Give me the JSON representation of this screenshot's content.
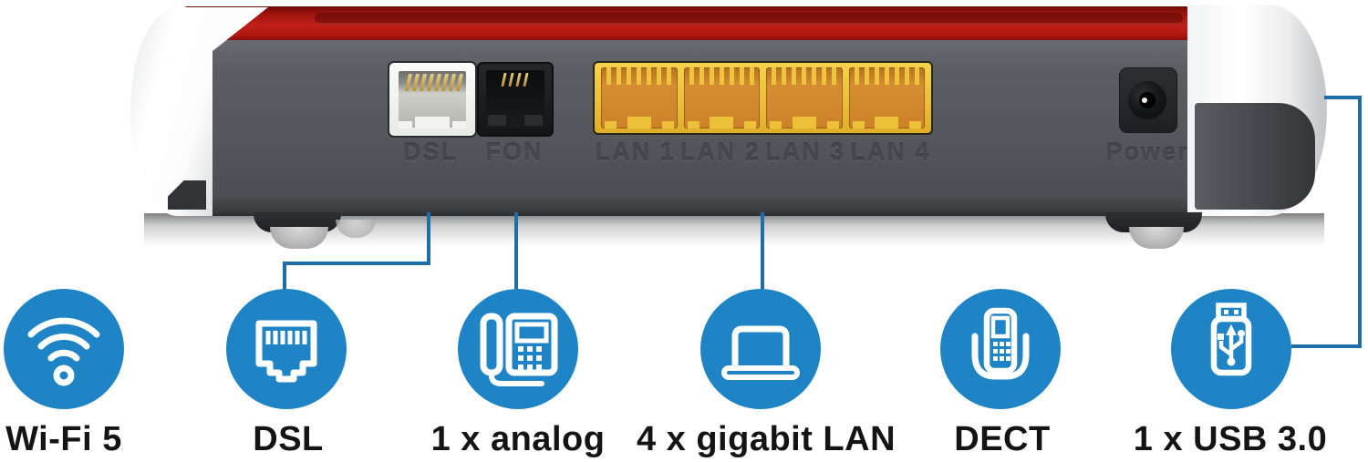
{
  "device": {
    "description": "router rear panel",
    "ports": {
      "dsl": "DSL",
      "fon": "FON",
      "lan": [
        "LAN 1",
        "LAN 2",
        "LAN 3",
        "LAN 4"
      ],
      "power": "Power"
    }
  },
  "features": [
    {
      "id": "wifi",
      "icon": "wifi-icon",
      "label": "Wi-Fi 5"
    },
    {
      "id": "dsl",
      "icon": "rj45-port-icon",
      "label": "DSL"
    },
    {
      "id": "analog",
      "icon": "desk-phone-icon",
      "label": "1 x analog"
    },
    {
      "id": "lan",
      "icon": "laptop-icon",
      "label": "4 x gigabit LAN"
    },
    {
      "id": "dect",
      "icon": "cordless-phone-icon",
      "label": "DECT"
    },
    {
      "id": "usb",
      "icon": "usb-stick-icon",
      "label": "1 x USB 3.0"
    }
  ],
  "callouts": [
    {
      "from": "dsl-port",
      "to": "feature-dsl"
    },
    {
      "from": "fon-port",
      "to": "feature-analog"
    },
    {
      "from": "lan-port-block",
      "to": "feature-lan"
    },
    {
      "from": "right-side-usb",
      "to": "feature-usb"
    }
  ],
  "colors": {
    "accent_blue": "#1e84c6",
    "line_blue": "#1d6ea8",
    "brand_red": "#b2180f",
    "body_gray": "#55575c",
    "lan_yellow": "#eec23a",
    "lan_orange": "#cc8127",
    "background": "#ffffff"
  }
}
